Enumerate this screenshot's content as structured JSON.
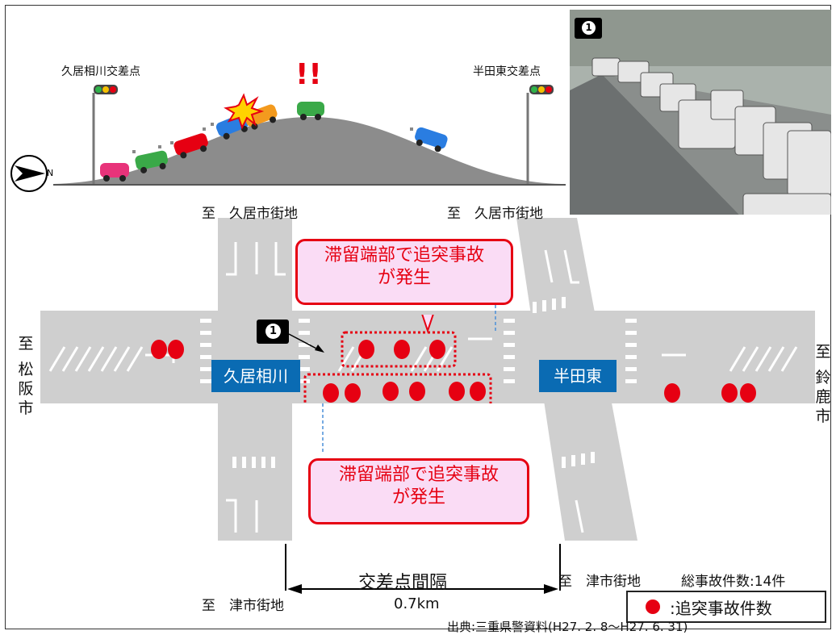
{
  "top_profile": {
    "left_signal_label": "久居相川交差点",
    "right_signal_label": "半田東交差点",
    "alert_marks": "!!"
  },
  "photo": {
    "marker": "1"
  },
  "map": {
    "dest_top_left": "至　久居市街地",
    "dest_top_right": "至　久居市街地",
    "dest_bottom_left": "至　津市街地",
    "dest_bottom_right": "至　津市街地",
    "dest_left": [
      "至",
      "松",
      "阪",
      "市"
    ],
    "dest_right": [
      "至",
      "鈴",
      "鹿",
      "市"
    ],
    "intersection_left": "久居相川",
    "intersection_right": "半田東",
    "camera_marker": "1",
    "callout_top": [
      "滞留端部で追突事故",
      "が発生"
    ],
    "callout_bottom": [
      "滞留端部で追突事故",
      "が発生"
    ],
    "total_accidents": "総事故件数:14件",
    "spacing_title": "交差点間隔",
    "spacing_value": "0.7km"
  },
  "legend": {
    "label": ":追突事故件数"
  },
  "source": "出典:三重県警資料(H27. 2. 8～H27. 6. 31)",
  "colors": {
    "accident_dot": "#e60012",
    "intersection_box": "#0a6bb3",
    "callout_bg": "#fadcf5",
    "road": "#cfcfcf"
  }
}
